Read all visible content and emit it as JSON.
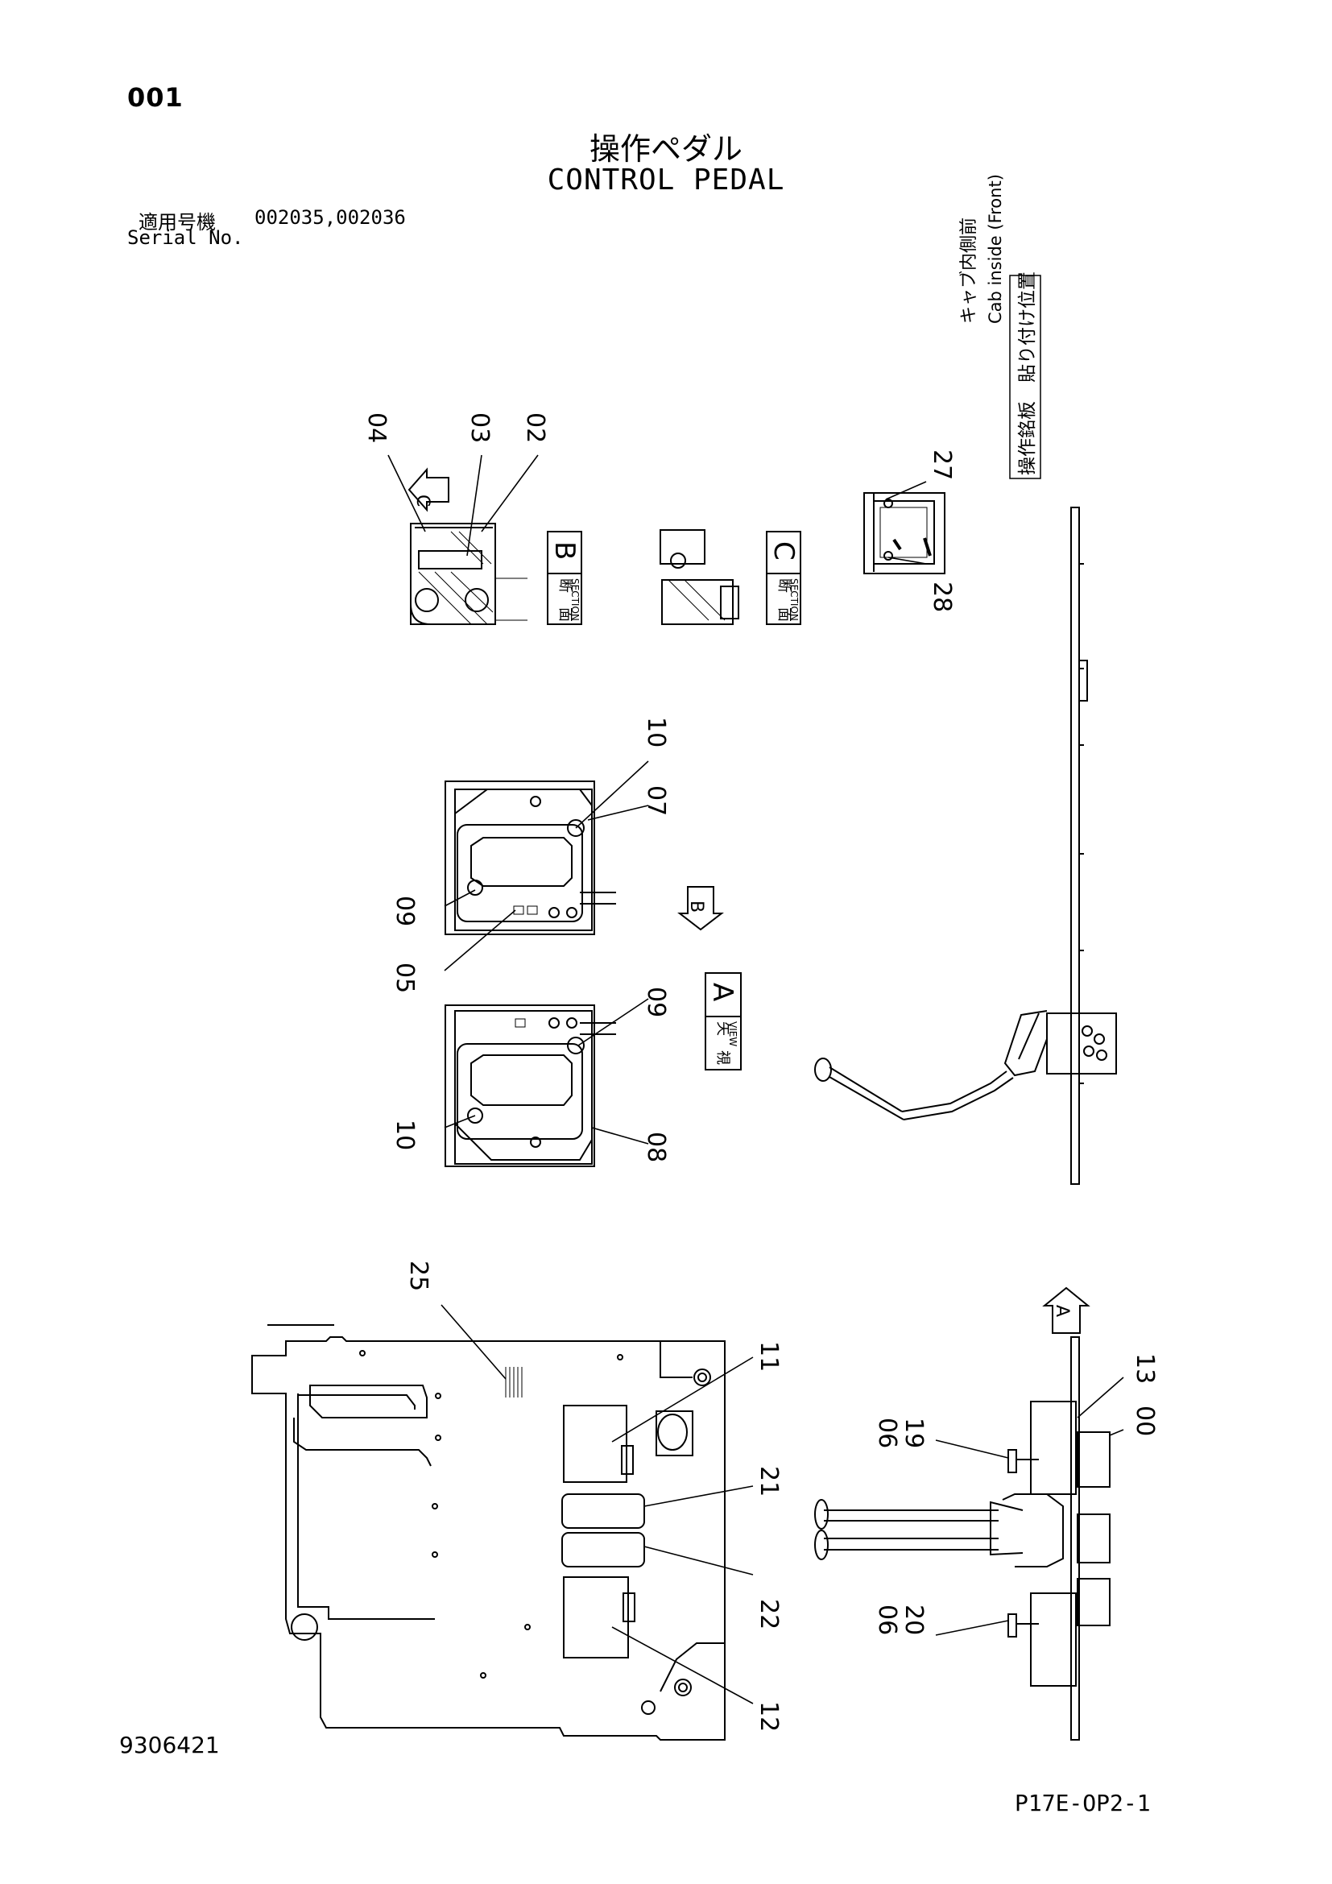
{
  "header": {
    "page_number": "001",
    "title_ja": "操作ペダル",
    "title_en": "CONTROL PEDAL",
    "serial_label_ja": "適用号機",
    "serial_values": "002035,002036",
    "serial_label_en": "Serial No."
  },
  "footer": {
    "drawing_number": "9306421",
    "page_code": "P17E-OP2-1"
  },
  "section_labels": {
    "section_b": {
      "ja": "断　面",
      "en": "SECTION",
      "letter": "B"
    },
    "section_c": {
      "ja": "断　面",
      "en": "SECTION",
      "letter": "C"
    },
    "view_a": {
      "ja": "矢　視",
      "en": "VIEW",
      "letter": "A"
    }
  },
  "arrow_markers": [
    "C",
    "B",
    "A"
  ],
  "sticker_note": {
    "line1": "キャブ内側前",
    "line2": "Cab inside (Front)",
    "boxed": "操作銘板　貼り付け位置"
  },
  "callouts": [
    "04",
    "03",
    "02",
    "27",
    "28",
    "10",
    "07",
    "09",
    "05",
    "09",
    "10",
    "08",
    "25",
    "11",
    "21",
    "22",
    "12",
    "13",
    "00",
    "06",
    "19",
    "06",
    "20"
  ]
}
